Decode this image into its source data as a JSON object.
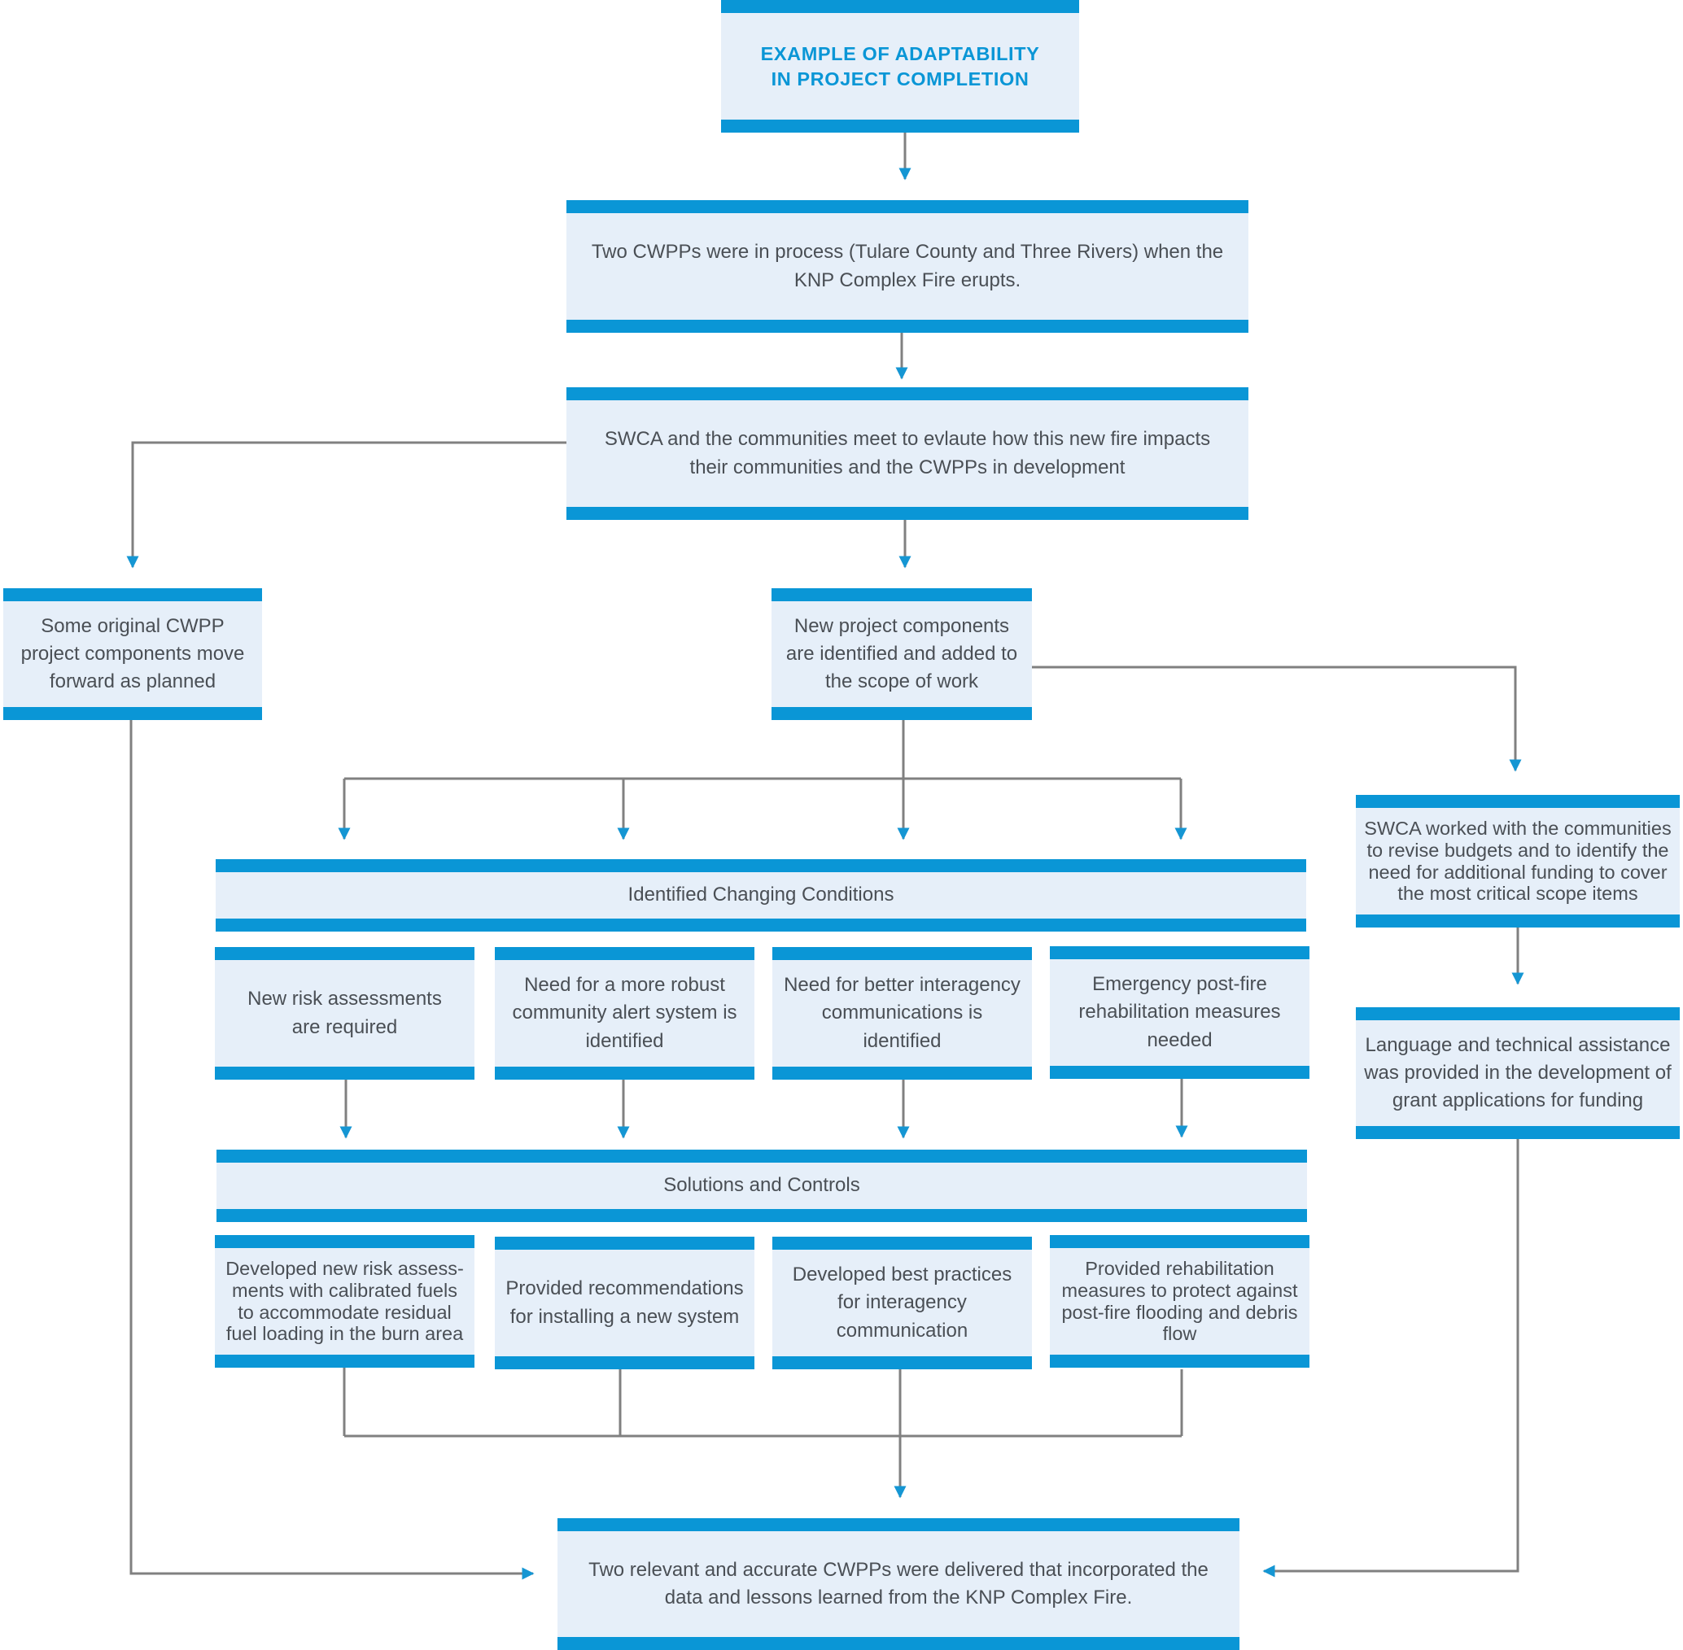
{
  "colors": {
    "accent": "#0a96d6",
    "box_fill": "#e6eff9",
    "text": "#4a4f55",
    "connector": "#808080",
    "arrowhead": "#1596d3"
  },
  "title": "EXAMPLE OF ADAPTABILITY IN PROJECT COMPLETION",
  "steps": {
    "cwpps_in_process": "Two CWPPs were in process (Tulare County and Three Rivers) when the KNP Complex Fire erupts.",
    "swca_meet": "SWCA and the communities meet to evlaute how this new fire impacts their communities and the CWPPs in development",
    "original_components": "Some original CWPP project components move forward as planned",
    "new_components": "New project components are identified and added to the scope of work",
    "revise_budgets": "SWCA worked with the communities to revise budgets and to identify the need for additional funding to cover the most critical scope items",
    "language_assistance": "Language and technical assistance was provided in the development of grant applications for funding",
    "final": "Two relevant and accurate CWPPs were delivered that incorporated the data and lessons learned from the KNP Complex Fire."
  },
  "changing_conditions": {
    "header": "Identified Changing Conditions",
    "items": [
      "New risk assessments are required",
      "Need for a more robust community alert system is identified",
      "Need for better interagency communications is identified",
      "Emergency post-fire rehabilitation measures needed"
    ]
  },
  "solutions": {
    "header": "Solutions and Controls",
    "items": [
      "Developed new risk assess-ments with calibrated fuels to accommodate residual fuel loading in the burn area",
      "Provided recommendations for installing a new system",
      "Developed best practices for interagency communication",
      "Provided rehabilitation measures to protect against post-fire flooding and debris flow"
    ]
  }
}
